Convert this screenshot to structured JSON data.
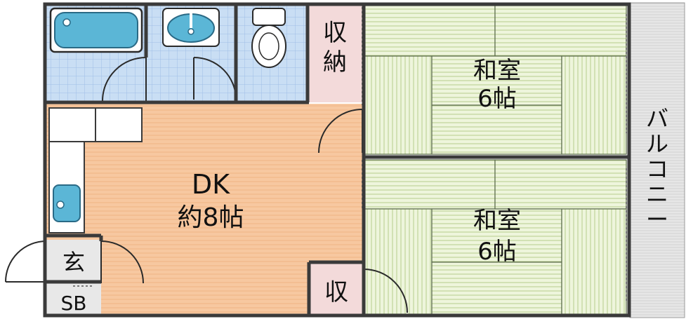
{
  "labels": {
    "closet_top": "収\n納",
    "tatami_top_name": "和室",
    "tatami_top_size": "6帖",
    "balcony": "バルコニー",
    "dk_name": "DK",
    "dk_size": "約8帖",
    "tatami_bottom_name": "和室",
    "tatami_bottom_size": "6帖",
    "entrance": "玄",
    "closet_bottom": "収",
    "shoe_box": "SB"
  },
  "colors": {
    "wall": "#3a3a3a",
    "bath_tile": "#c9def4",
    "bath_grid": "#9fbde6",
    "fixture": "#5bb6d6",
    "dk_floor": "#f7c8a0",
    "dk_stripe": "#f1b888",
    "tatami": "#eef5dc",
    "tatami_stripe": "#bfd49a",
    "closet": "#f3dada",
    "balcony": "#e6e6e6"
  }
}
